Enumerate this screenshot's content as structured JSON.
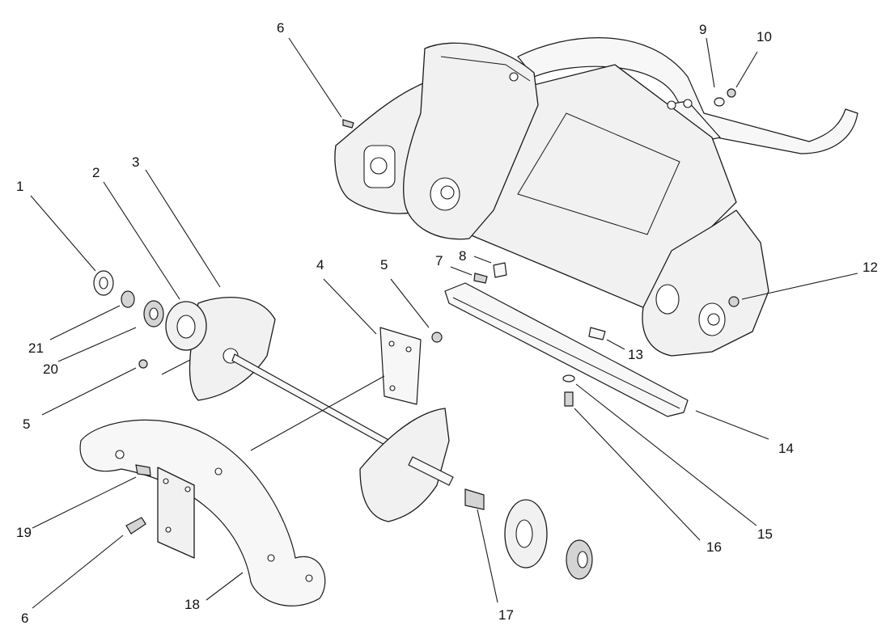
{
  "callouts": [
    {
      "id": "c1",
      "label": "1"
    },
    {
      "id": "c2",
      "label": "2"
    },
    {
      "id": "c3",
      "label": "3"
    },
    {
      "id": "c4",
      "label": "4"
    },
    {
      "id": "c5a",
      "label": "5"
    },
    {
      "id": "c5b",
      "label": "5"
    },
    {
      "id": "c6a",
      "label": "6"
    },
    {
      "id": "c6b",
      "label": "6"
    },
    {
      "id": "c7",
      "label": "7"
    },
    {
      "id": "c8",
      "label": "8"
    },
    {
      "id": "c9",
      "label": "9"
    },
    {
      "id": "c10",
      "label": "10"
    },
    {
      "id": "c12",
      "label": "12"
    },
    {
      "id": "c13",
      "label": "13"
    },
    {
      "id": "c14",
      "label": "14"
    },
    {
      "id": "c15",
      "label": "15"
    },
    {
      "id": "c16",
      "label": "16"
    },
    {
      "id": "c17",
      "label": "17"
    },
    {
      "id": "c18",
      "label": "18"
    },
    {
      "id": "c19",
      "label": "19"
    },
    {
      "id": "c20",
      "label": "20"
    },
    {
      "id": "c21",
      "label": "21"
    }
  ]
}
